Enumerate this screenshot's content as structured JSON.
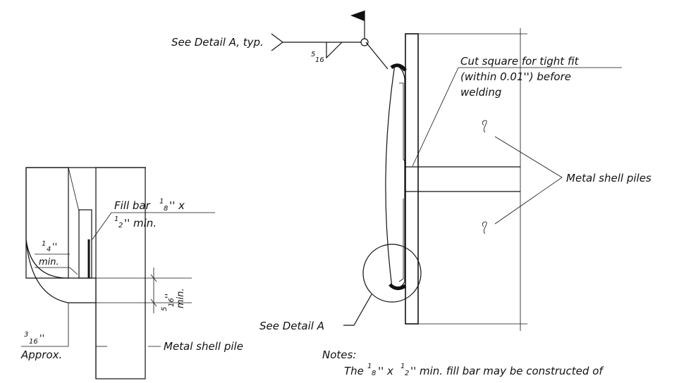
{
  "labels": {
    "see_detail_a_typ": "See Detail A, typ.",
    "weld_size_num": "5",
    "weld_size_den": "16",
    "cut_square_line1": "Cut square for tight fit",
    "cut_square_line2": "(within 0.01'') before",
    "cut_square_line3": "welding",
    "metal_shell_piles": "Metal shell piles",
    "fill_bar_line1_pre": "Fill bar ",
    "fill_bar_line1_num": "1",
    "fill_bar_line1_den": "8",
    "fill_bar_line1_post": "'' x",
    "fill_bar_line2_num": "1",
    "fill_bar_line2_den": "2",
    "fill_bar_line2_post": "'' min.",
    "quarter_num": "1",
    "quarter_den": "4",
    "quarter_unit": "''",
    "quarter_min": "min.",
    "five16_num": "5",
    "five16_den": "16",
    "five16_unit": "''",
    "five16_min": "min.",
    "three16_num": "3",
    "three16_den": "16",
    "three16_unit": "''",
    "approx": "Approx.",
    "metal_shell_pile": "Metal shell pile",
    "see_detail_a": "See Detail A",
    "notes_heading": "Notes:",
    "notes_line1_pre": "The ",
    "notes_num1": "1",
    "notes_den1": "8",
    "notes_mid": "'' x ",
    "notes_num2": "1",
    "notes_den2": "2",
    "notes_post": "'' min. fill bar may be constructed of"
  },
  "colors": {
    "line": "#111111",
    "background": "#ffffff"
  }
}
